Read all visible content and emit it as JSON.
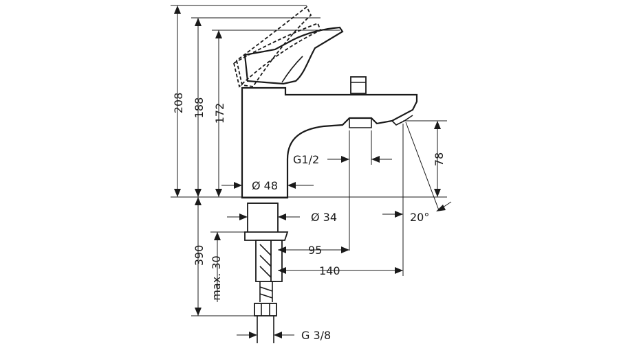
{
  "dimensions": {
    "height_total": "208",
    "height_outlet_max": "188",
    "height_body": "172",
    "body_diameter": "Ø 48",
    "thread_outlet": "G1/2",
    "spout_height": "78",
    "spout_angle": "20°",
    "mount_diameter": "Ø 34",
    "spout_reach_1": "95",
    "spout_reach_2": "140",
    "supply_length": "390",
    "deck_thickness": "max. 30",
    "supply_thread": "G 3/8"
  }
}
